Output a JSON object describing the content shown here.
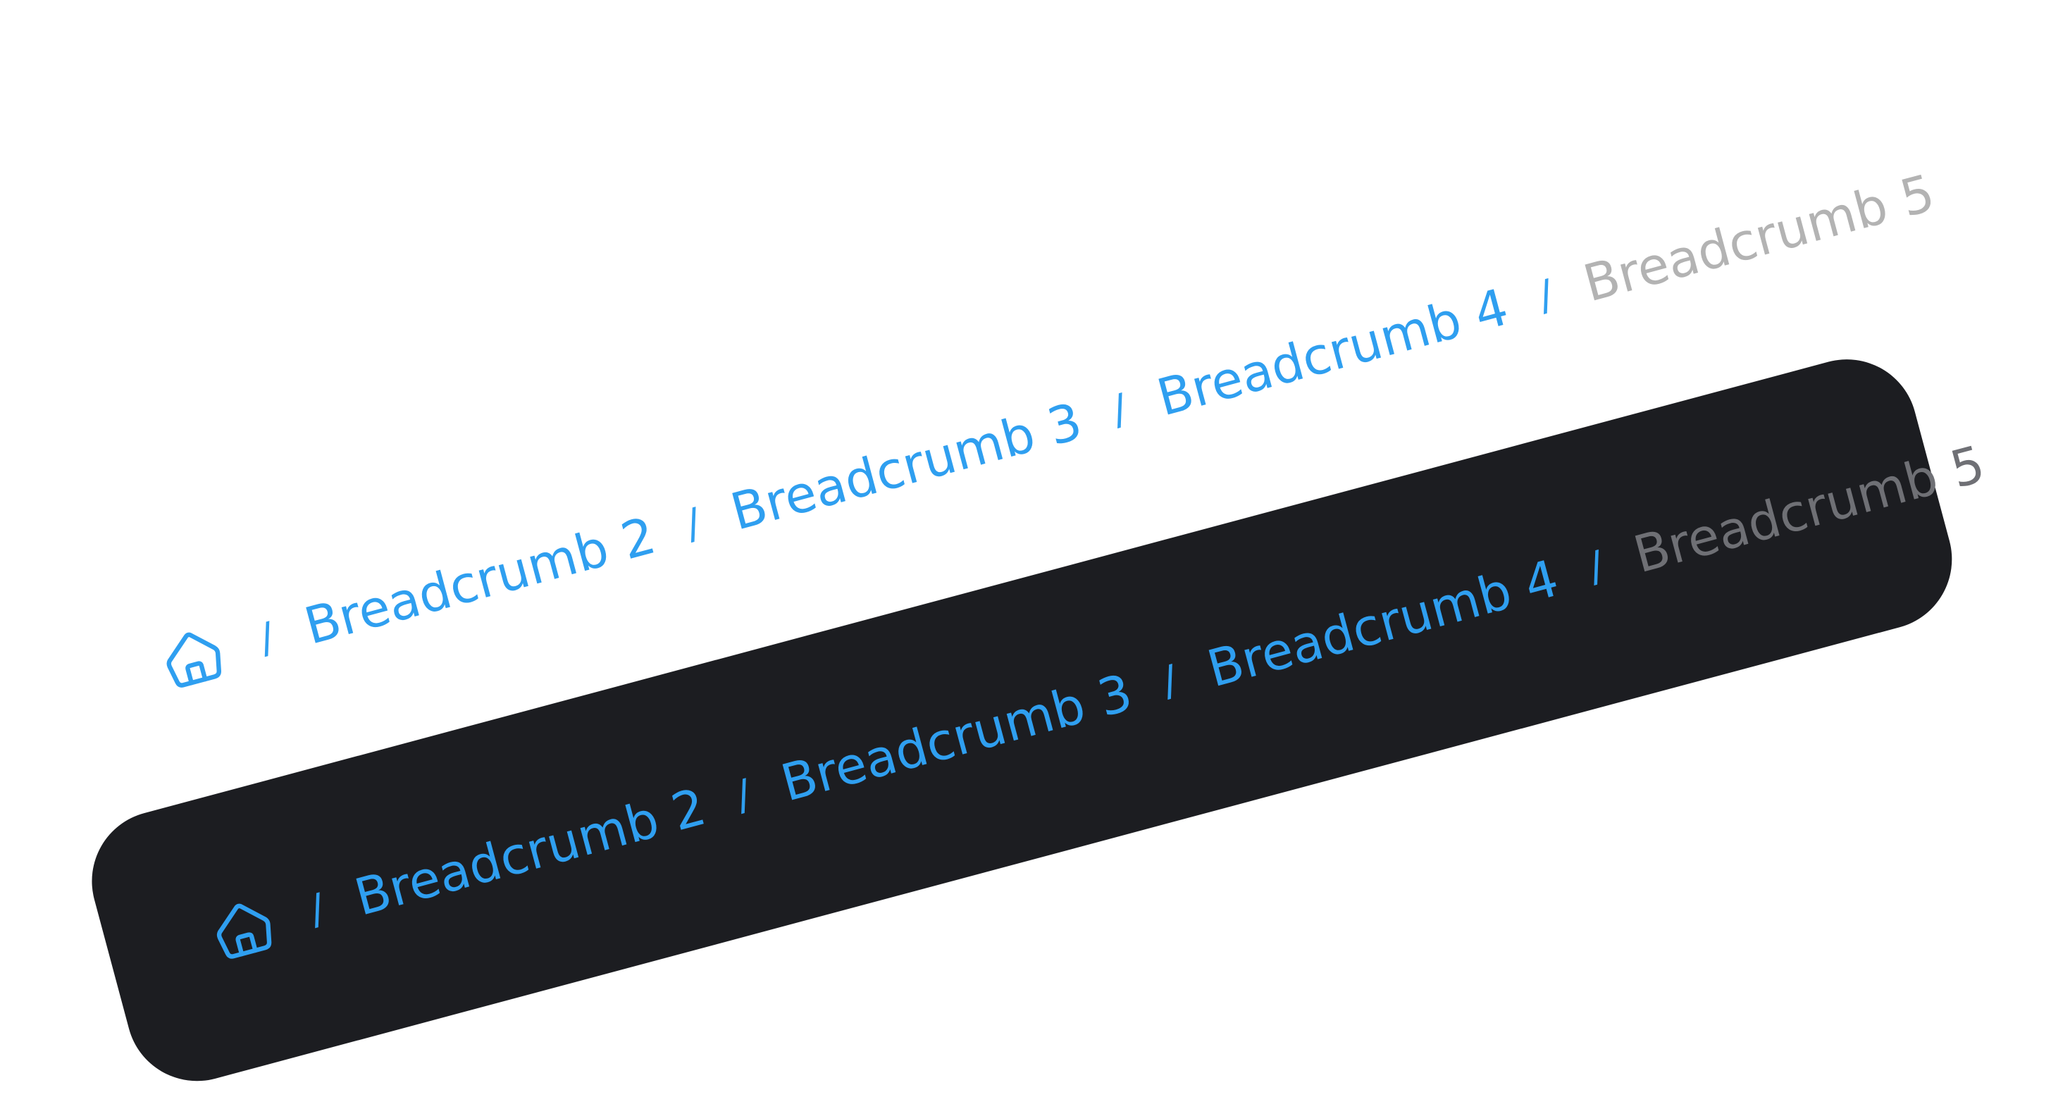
{
  "breadcrumbs": {
    "separator": "/",
    "home_icon": "home-icon",
    "items": [
      {
        "label": "Breadcrumb 2"
      },
      {
        "label": "Breadcrumb 3"
      },
      {
        "label": "Breadcrumb 4"
      }
    ],
    "current": "Breadcrumb 5"
  },
  "colors": {
    "link": "#2f9ff0",
    "current_light": "#b3b3b3",
    "current_dark": "#6f7075",
    "dark_background": "#1c1d21",
    "page_background": "#ffffff"
  }
}
